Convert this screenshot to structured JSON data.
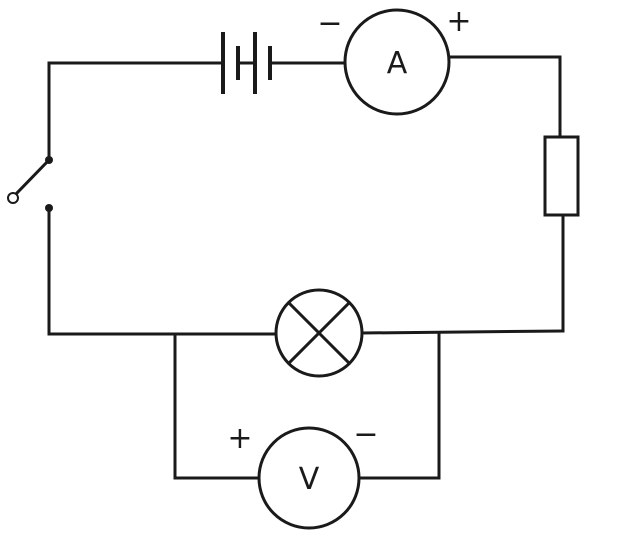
{
  "diagram": {
    "ammeter": {
      "symbol": "A",
      "left_terminal_sign": "−",
      "right_terminal_sign": "+"
    },
    "voltmeter": {
      "symbol": "V",
      "left_terminal_sign": "+",
      "right_terminal_sign": "−"
    },
    "components": [
      "battery",
      "ammeter",
      "resistor",
      "lamp",
      "voltmeter",
      "switch"
    ],
    "switch_state": "open",
    "colors": {
      "line": "#1a1a1a",
      "background": "#ffffff"
    }
  }
}
